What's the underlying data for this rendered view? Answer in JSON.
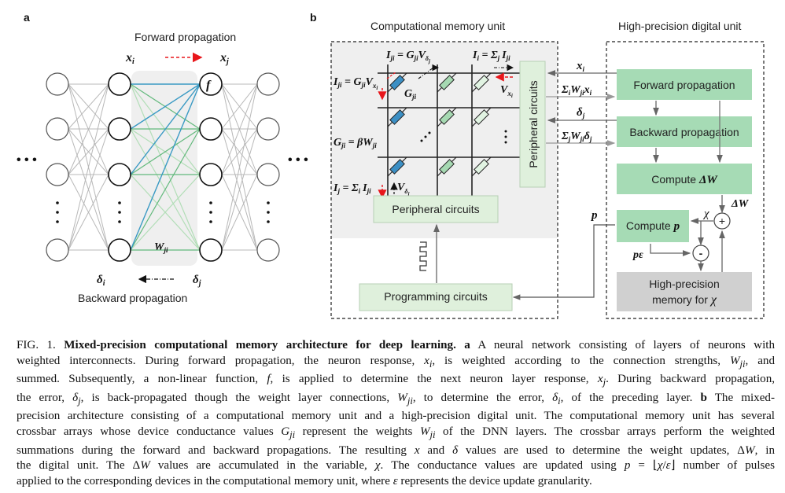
{
  "panel_a": {
    "letter": "a",
    "forward_label": "Forward propagation",
    "backward_label": "Backward propagation",
    "x_i": "x",
    "x_i_sub": "i",
    "x_j": "x",
    "x_j_sub": "j",
    "delta_i": "δ",
    "delta_i_sub": "i",
    "delta_j": "δ",
    "delta_j_sub": "j",
    "f_label": "f",
    "weight_label": "W",
    "weight_sub": "ji",
    "ellipsis_h": "• • •",
    "layers": 4,
    "neurons_per_layer_shown": 4,
    "colors": {
      "highlight_blue": "#3a9ac4",
      "green_strong": "#62b97c",
      "green_light": "#b2deb7",
      "gray_line": "#b8b8b8",
      "shade": "#efefef",
      "forward_arrow": "#e8161b"
    }
  },
  "panel_b": {
    "letter": "b",
    "cm_unit_title": "Computational memory unit",
    "hp_unit_title": "High-precision digital unit",
    "eq_top_left": {
      "main": "I",
      "sub": "ji",
      "rest": " = G",
      "rest_sub": "ji",
      "v": "V",
      "v_sub": "δ",
      "v_subsub": "j"
    },
    "eq_top_right": {
      "text": "I",
      "sub": "i",
      "rest": " = Σ",
      "rest_sub": "j",
      "tail": "I",
      "tail_sub": "ji"
    },
    "eq_left_1": {
      "text": "I",
      "sub": "ji",
      "rest": " = G",
      "rest_sub": "ji",
      "v": "V",
      "v_sub": "x",
      "v_subsub": "i"
    },
    "eq_left_2": {
      "text": "G",
      "sub": "ji",
      "rest": " = βW",
      "rest_sub": "ji"
    },
    "eq_left_3": {
      "text": "I",
      "sub": "j",
      "rest": " = Σ",
      "rest_sub": "i",
      "tail": "I",
      "tail_sub": "ji"
    },
    "g_ji_label": {
      "text": "G",
      "sub": "ji"
    },
    "v_xi_label": {
      "text": "V",
      "sub": "x",
      "subsub": "i"
    },
    "v_delta_label": {
      "text": "V",
      "sub": "δ",
      "subsub": "j"
    },
    "peripheral_vertical": "Peripheral circuits",
    "peripheral_horizontal": "Peripheral circuits",
    "programming_circuits": "Programming circuits",
    "signal_xi": {
      "text": "x",
      "sub": "i"
    },
    "signal_sum_wx": {
      "text": "Σ",
      "sub": "i",
      "mid": "W",
      "mid_sub": "ji",
      "tail": "x",
      "tail_sub": "i"
    },
    "signal_delta_j": {
      "text": "δ",
      "sub": "j"
    },
    "signal_sum_wd": {
      "text": "Σ",
      "sub": "j",
      "mid": "W",
      "mid_sub": "ji",
      "tail": "δ",
      "tail_sub": "j"
    },
    "forward_box": "Forward propagation",
    "backward_box": "Backward propagation",
    "compute_dw_box": {
      "prefix": "Compute ",
      "math": "ΔW"
    },
    "dw_label": "ΔW",
    "chi_label": "χ",
    "compute_p_box": {
      "prefix": "Compute ",
      "math": "p"
    },
    "p_label": "p",
    "p_eps_label": "pε",
    "plus_sign": "+",
    "minus_sign": "-",
    "memory_box_line1": "High-precision",
    "memory_box_line2_prefix": "memory for ",
    "memory_box_line2_math": "χ",
    "colors": {
      "device_blue": "#3c8fc4",
      "device_green": "#a6d9b2",
      "device_lightgreen": "#e1f3e2",
      "peripheral_fill": "#dff0dc",
      "digital_box_fill": "#a6dbb5",
      "memory_box_fill": "#d0d0d0",
      "cm_shade": "#efefef",
      "arrow_gray": "#777777",
      "arrow_red": "#e8161b"
    }
  },
  "caption": {
    "fig_label": "FIG. 1.",
    "title": "Mixed-precision computational memory architecture for deep learning.",
    "lines": [
      "",
      "",
      "",
      "",
      "",
      "",
      "",
      "",
      ""
    ],
    "text": {
      "l1a": " A neural network consisting of layers of neurons with",
      "l1_bold_a": "a",
      "l2": [
        "weighted interconnects.  During forward propagation, the neuron response, ",
        "x",
        "i",
        ", is weighted according to the connection strengths, ",
        "W",
        "ji",
        ", and"
      ],
      "l3": [
        "summed.  Subsequently, a non-linear function, ",
        "f",
        ", is applied to determine the next neuron layer response, ",
        "x",
        "j",
        ".  During backward propagation,"
      ],
      "l4": [
        "the error, ",
        "δ",
        "j",
        ", is back-propagated though the weight layer connections, ",
        "W",
        "ji",
        ", to determine the error, ",
        "δ",
        "i",
        ", of the preceding layer.  ",
        "b",
        " The mixed-"
      ],
      "l5": "precision architecture consisting of a computational memory unit and a high-precision digital unit. The computational memory unit has several",
      "l6": [
        "crossbar arrays whose device conductance values ",
        "G",
        "ji",
        " represent the weights ",
        "W",
        "ji",
        " of the DNN layers. The crossbar arrays perform the weighted"
      ],
      "l7": [
        "summations during the forward and backward propagations.  The resulting ",
        "x",
        " and ",
        "δ",
        " values are used to determine the weight updates, Δ",
        "W",
        ", in"
      ],
      "l8": [
        "the digital unit. The Δ",
        "W",
        " values are accumulated in the variable, ",
        "χ",
        ". The conductance values are updated using ",
        "p",
        " = ⌊",
        "χ",
        "/",
        "ε",
        "⌋ number of pulses"
      ],
      "l9": [
        "applied to the corresponding devices in the computational memory unit, where ",
        "ε",
        " represents the device update granularity."
      ]
    }
  }
}
